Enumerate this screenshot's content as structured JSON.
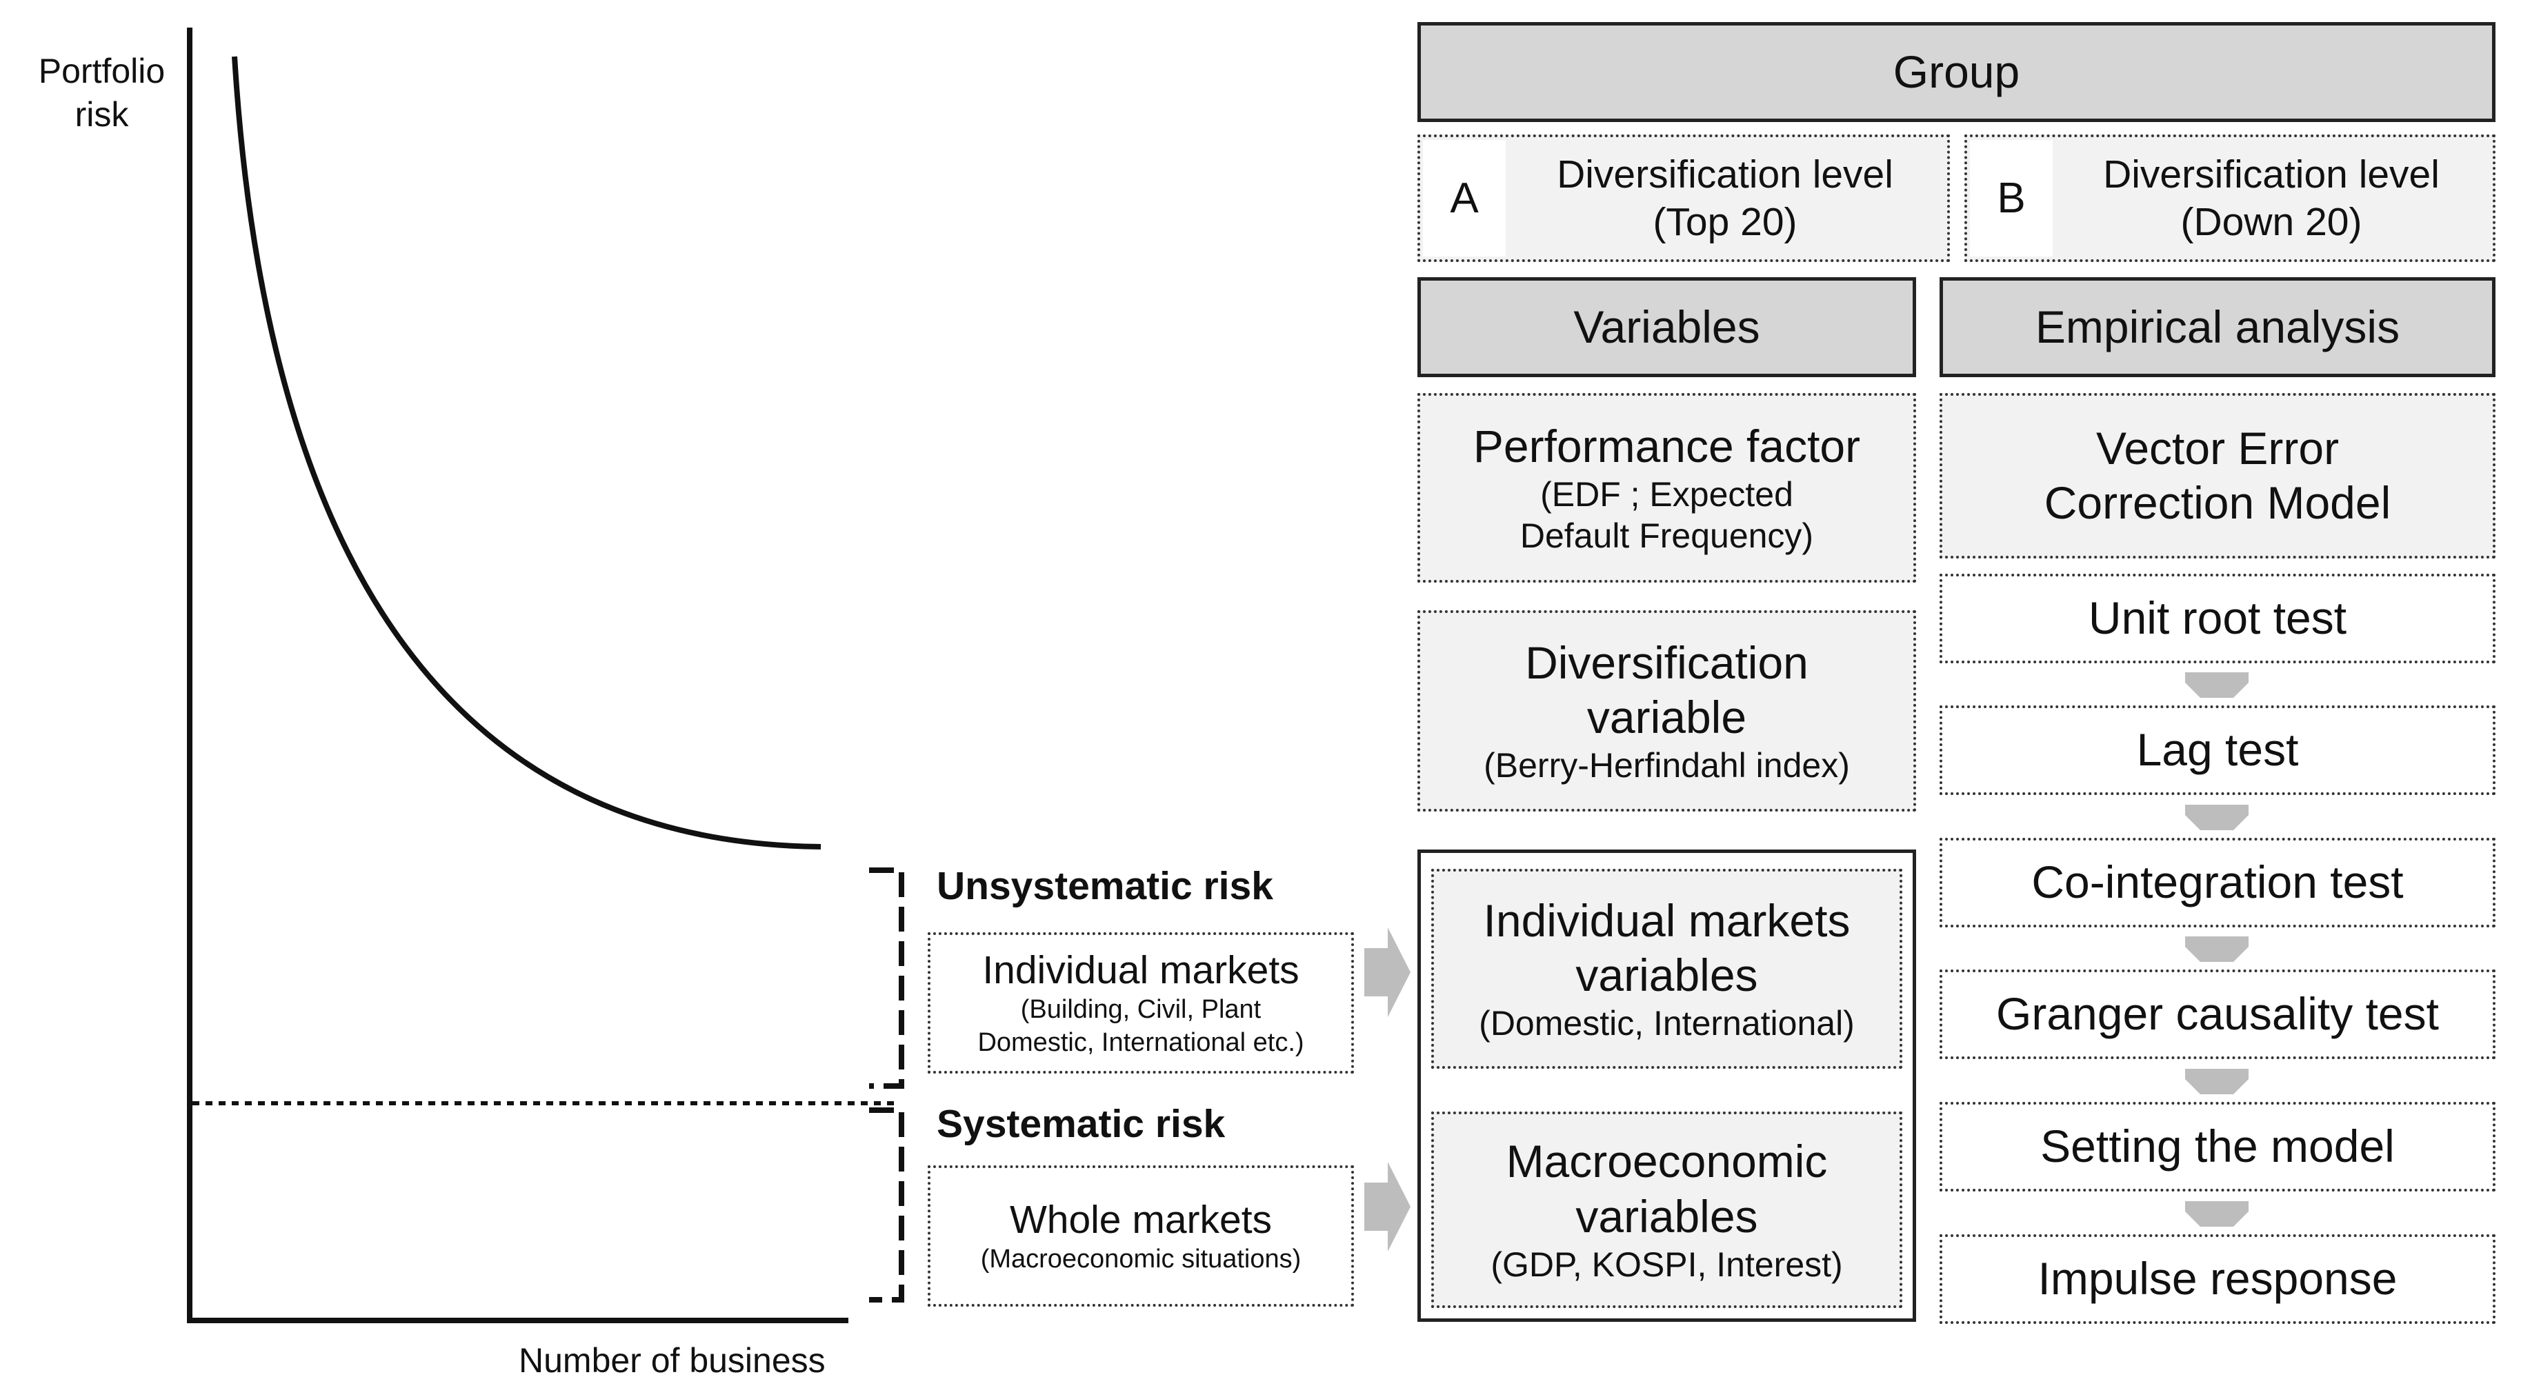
{
  "axes": {
    "y_label": "Portfolio risk",
    "x_label": "Number of business"
  },
  "risk": {
    "unsystematic_title": "Unsystematic risk",
    "individual_title": "Individual markets",
    "individual_sub_1": "(Building,  Civil,  Plant",
    "individual_sub_2": "Domestic, International etc.)",
    "systematic_title": "Systematic risk",
    "whole_title": "Whole markets",
    "whole_sub": "(Macroeconomic situations)"
  },
  "group": {
    "title": "Group",
    "a_letter": "A",
    "a_line1": "Diversification level",
    "a_line2": "(Top 20)",
    "b_letter": "B",
    "b_line1": "Diversification level",
    "b_line2": "(Down 20)"
  },
  "variables": {
    "header": "Variables",
    "performance_title": "Performance factor",
    "performance_sub_1": "(EDF ; Expected",
    "performance_sub_2": "Default Frequency)",
    "diversification_1": "Diversification",
    "diversification_2": "variable",
    "diversification_sub": "(Berry-Herfindahl  index)",
    "individual_1": "Individual markets",
    "individual_2": "variables",
    "individual_sub": "(Domestic,  International)",
    "macro_1": "Macroeconomic",
    "macro_2": "variables",
    "macro_sub": "(GDP, KOSPI, Interest)"
  },
  "analysis": {
    "header": "Empirical analysis",
    "model_1": "Vector Error",
    "model_2": "Correction Model",
    "steps": [
      "Unit root test",
      "Lag test",
      "Co-integration test",
      "Granger causality test",
      "Setting the model",
      "Impulse response"
    ]
  }
}
